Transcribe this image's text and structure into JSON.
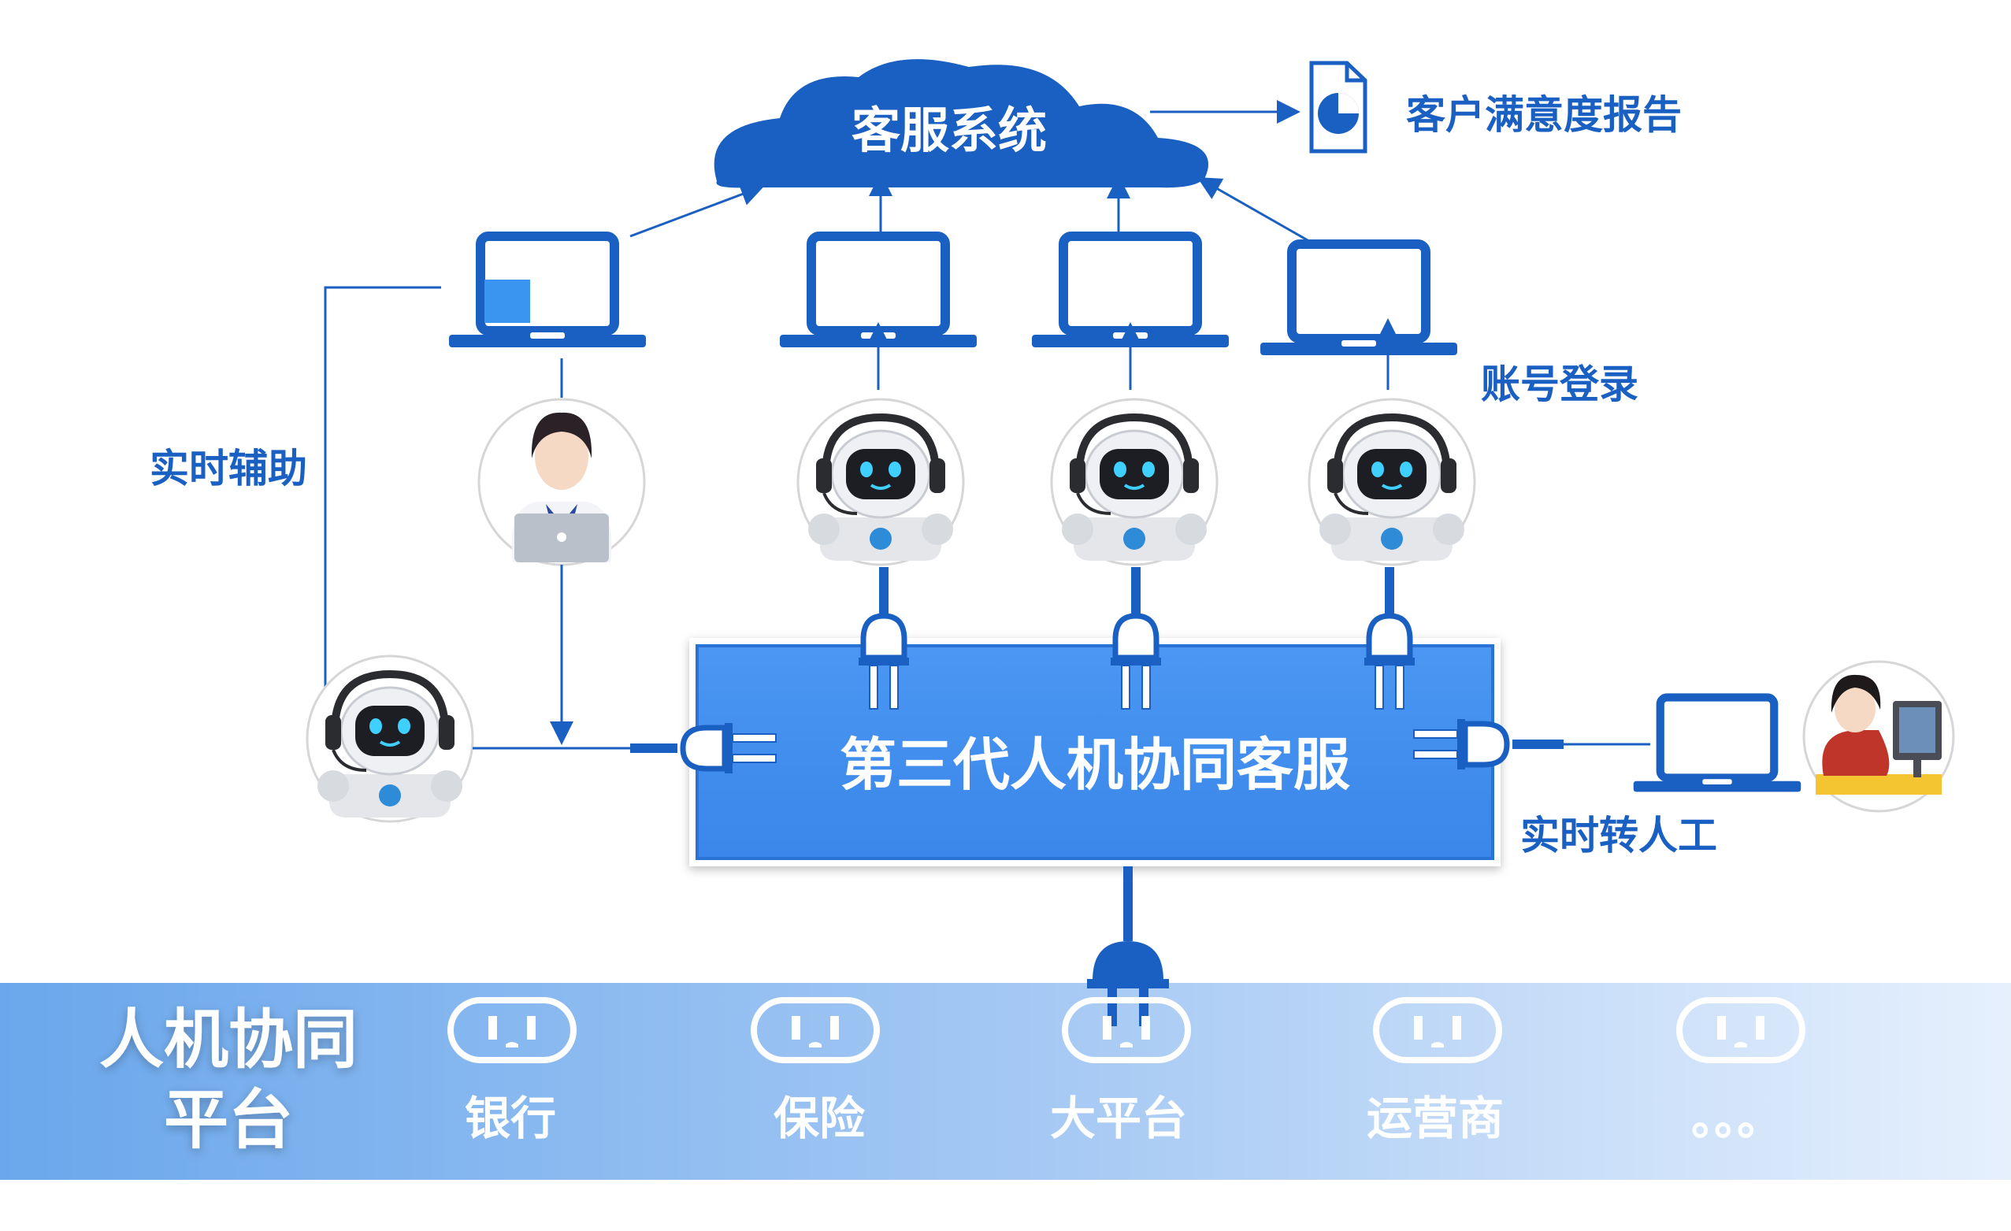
{
  "cloud": {
    "label": "客服系统"
  },
  "report": {
    "label": "客户满意度报告",
    "icon": "pie-chart-document-icon"
  },
  "labels": {
    "account_login": "账号登录",
    "realtime_assist": "实时辅助",
    "realtime_transfer": "实时转人工"
  },
  "hub": {
    "label": "第三代人机协同客服"
  },
  "platform": {
    "title_line1": "人机协同",
    "title_line2": "平台",
    "sockets": [
      {
        "label": "银行"
      },
      {
        "label": "保险"
      },
      {
        "label": "大平台"
      },
      {
        "label": "运营商"
      },
      {
        "label": "。。。"
      }
    ]
  },
  "icons": [
    "cloud-icon",
    "laptop-icon",
    "robot-agent-avatar",
    "human-agent-avatar",
    "plug-icon",
    "power-socket-icon"
  ],
  "colors": {
    "primary": "#1a5fc2",
    "hub_fill": "#3f8ef0",
    "platform_band_start": "#6aa7ec",
    "platform_band_end": "#e6f0fd"
  }
}
